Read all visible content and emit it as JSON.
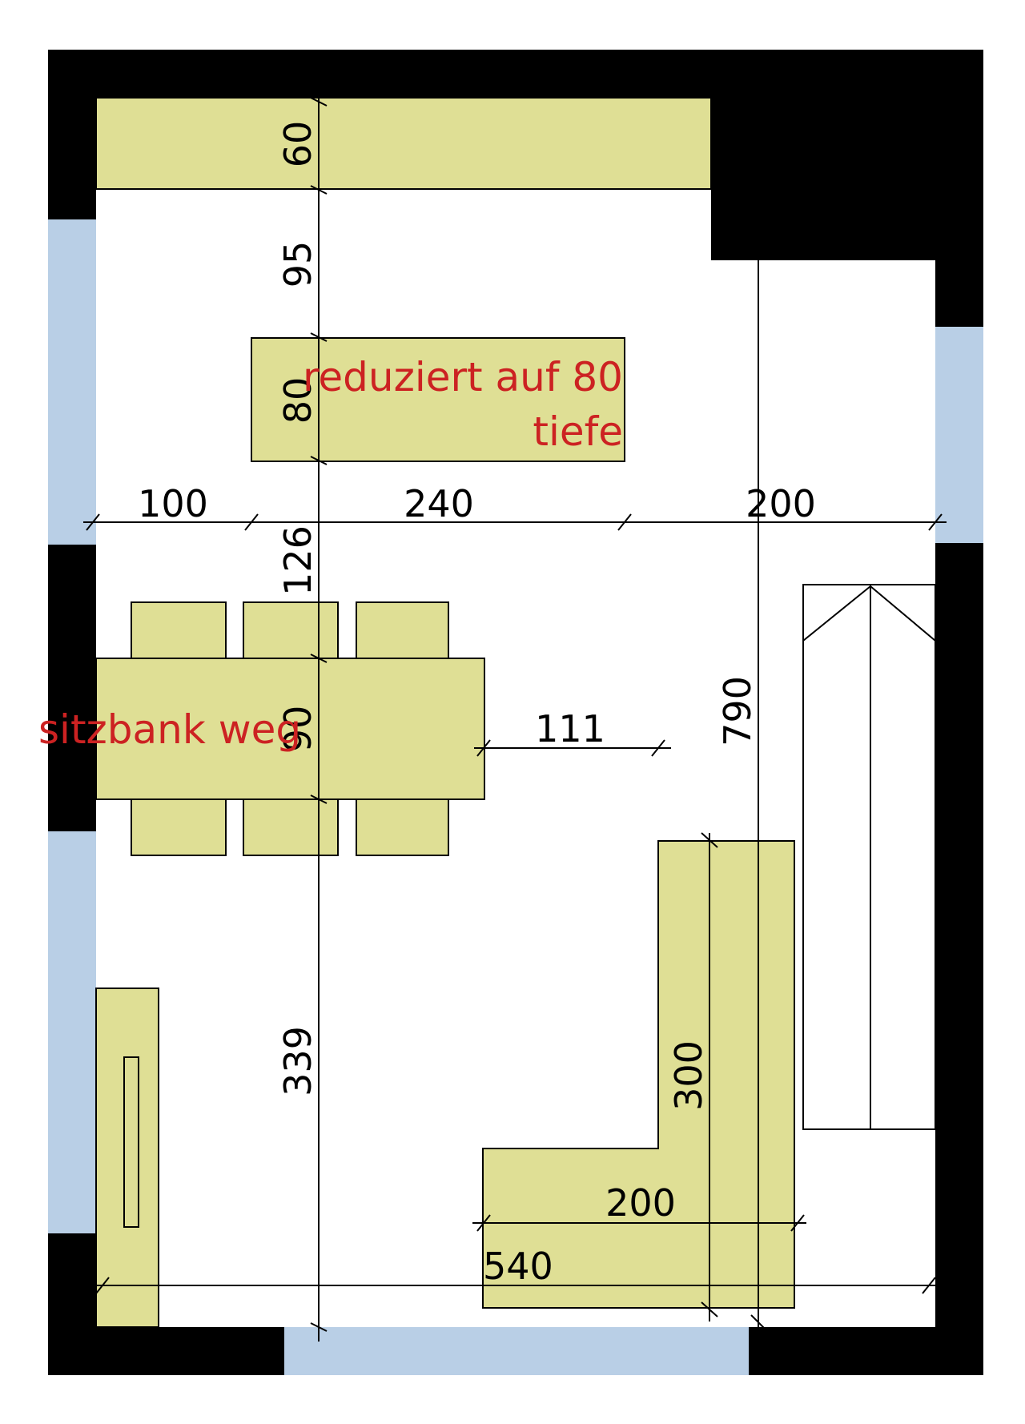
{
  "colors": {
    "wall": "#000000",
    "furniture": "#dfdf95",
    "window": "#b9cfe6",
    "floor": "#ffffff",
    "dimension": "#000000",
    "annotation": "#cc2222"
  },
  "dimensions": {
    "top_counter_depth": "60",
    "gap_counter_island": "95",
    "island_depth": "80",
    "left_to_island": "100",
    "island_width": "240",
    "right_clearance": "200",
    "island_to_table": "126",
    "table_depth": "90",
    "table_to_sofa_gap": "111",
    "room_length": "790",
    "bottom_clearance": "339",
    "sofa_length": "300",
    "sofa_width": "200",
    "room_width": "540"
  },
  "annotations": {
    "island_note_line1": "reduziert auf 80",
    "island_note_line2": "tiefe",
    "bench_note": "sitzbank weg"
  }
}
